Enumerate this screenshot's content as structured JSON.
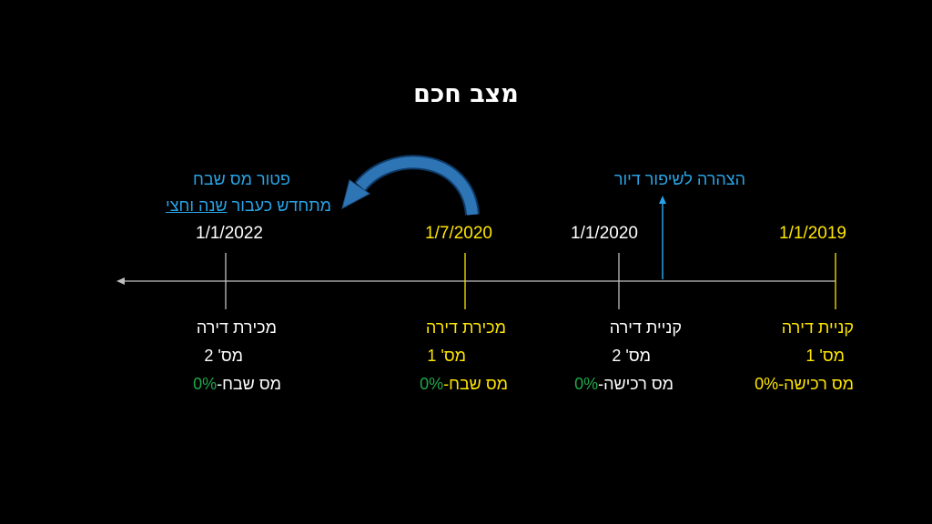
{
  "title": "מצב חכם",
  "note_top": {
    "exemption": "פטור מס שבח",
    "renewed": "מתחדש כעבור",
    "renewed_period": "שנה וחצי",
    "declaration": "הצהרה לשיפור דיור"
  },
  "dates": {
    "d2019": "1/1/2019",
    "d2020a": "1/1/2020",
    "d2020b": "1/7/2020",
    "d2022": "1/1/2022"
  },
  "events": {
    "e1": {
      "action": "קניית דירה",
      "tax_no": "מס' 1",
      "tax_type": "מס רכישה-",
      "tax_value": "0%"
    },
    "e2": {
      "action": "קניית דירה",
      "tax_no": "מס' 2",
      "tax_type": "מס רכישה-",
      "tax_value": "0%"
    },
    "e3": {
      "action": "מכירת דירה",
      "tax_no": "מס' 1",
      "tax_type": "מס שבח-",
      "tax_value": "0%"
    },
    "e4": {
      "action": "מכירת דירה",
      "tax_no": "מס' 2",
      "tax_type": "מס שבח-",
      "tax_value": "0%"
    }
  },
  "colors": {
    "white": "#ffffff",
    "yellow": "#ffe600",
    "blue": "#29a3e6",
    "green": "#1fa84a"
  }
}
